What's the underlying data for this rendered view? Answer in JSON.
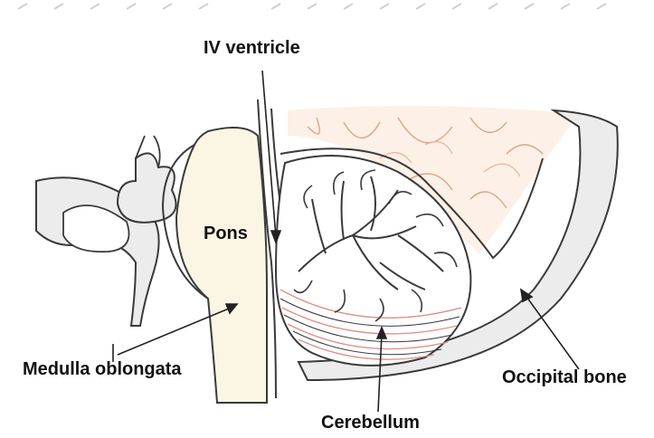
{
  "labels": {
    "iv_ventricle": "IV ventricle",
    "pons": "Pons",
    "medulla_oblongata": "Medulla oblongata",
    "cerebellum": "Cerebellum",
    "occipital_bone": "Occipital bone"
  },
  "colors": {
    "outline": "#3a3a3a",
    "bone_fill": "#ececec",
    "pons_fill": "#fbf6e4",
    "cerebrum_fill": "#fdf0e6",
    "cerebrum_lines": "#d9a48a",
    "cerebellum_stripes": "#e0908a",
    "text": "#111111"
  }
}
